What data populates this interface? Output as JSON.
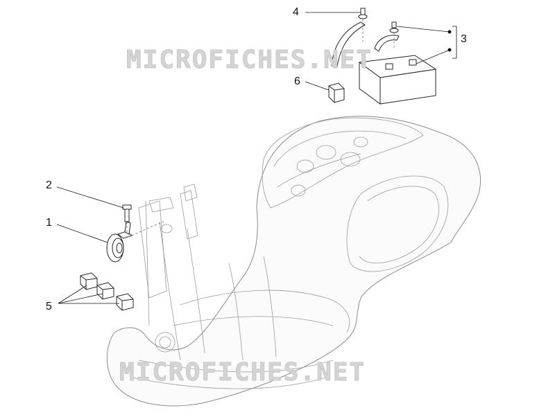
{
  "watermarks": {
    "top": "MICROFICHES.NET",
    "bottom": "MICROFICHES.NET"
  },
  "callouts": [
    {
      "id": "1",
      "label": "1"
    },
    {
      "id": "2",
      "label": "2"
    },
    {
      "id": "3",
      "label": "3"
    },
    {
      "id": "4",
      "label": "4"
    },
    {
      "id": "5",
      "label": "5"
    },
    {
      "id": "6",
      "label": "6"
    }
  ],
  "colors": {
    "line": "#222222",
    "body": "#9a9a9a",
    "watermark": "#d4d4d4"
  }
}
